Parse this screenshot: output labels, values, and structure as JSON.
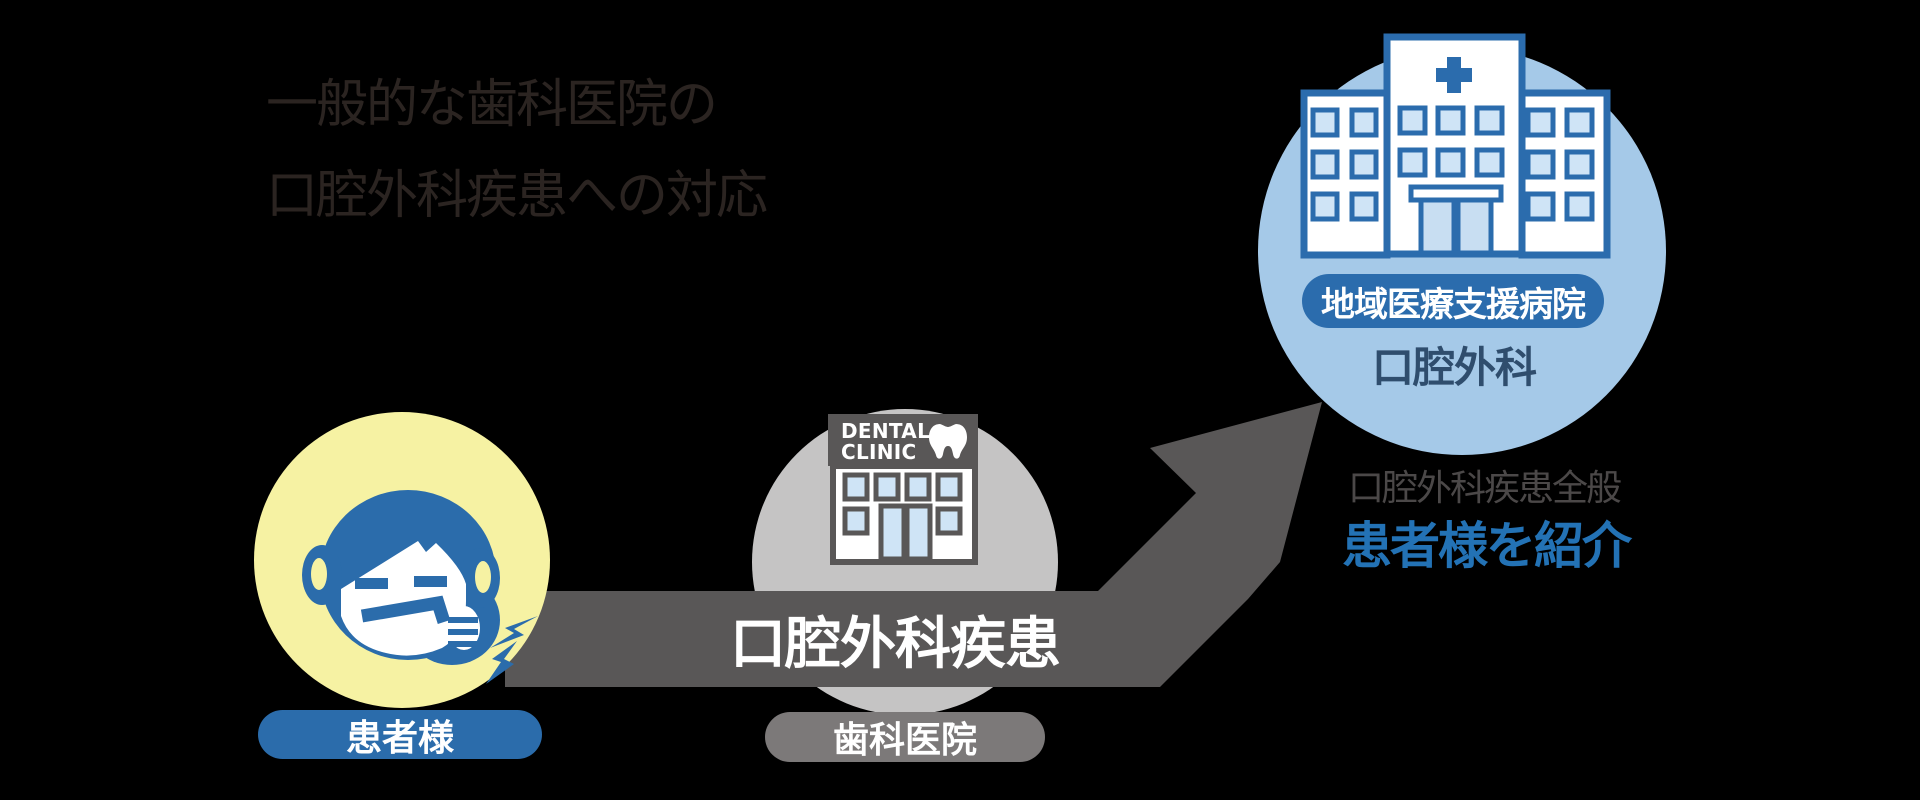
{
  "title": {
    "line1": "一般的な歯科医院の",
    "line2": "口腔外科疾患への対応"
  },
  "patient": {
    "label": "患者様"
  },
  "clinic": {
    "sign_line1": "DENTAL",
    "sign_line2": "CLINIC",
    "label": "歯科医院"
  },
  "hospital": {
    "badge": "地域医療支援病院",
    "department": "口腔外科"
  },
  "arrow": {
    "label": "口腔外科疾患"
  },
  "referral": {
    "note": "口腔外科疾患全般",
    "emphasis": "患者様を紹介"
  },
  "icons": {
    "tooth": "tooth-icon",
    "medical_cross": "medical-cross-icon",
    "hospital_building": "hospital-building-icon",
    "clinic_building": "clinic-building-icon",
    "patient_face": "patient-face-icon",
    "pain_flash": "pain-flash-icon",
    "referral_arrow": "referral-arrow"
  },
  "colors": {
    "background": "#000000",
    "primary_blue": "#2b6cab",
    "hospital_circle_blue": "#a5c9e8",
    "window_blue": "#cfe4f6",
    "door_blue": "#c8def2",
    "patient_yellow": "#f6f2a3",
    "arrow_gray": "#595757",
    "clinic_circle_gray": "#c5c4c4",
    "clinic_pill_gray": "#7c7979",
    "title_dark": "#2b2421",
    "note_gray": "#4b4848",
    "emphasis_blue": "#2372b5",
    "department_navy": "#2f4d6d"
  }
}
